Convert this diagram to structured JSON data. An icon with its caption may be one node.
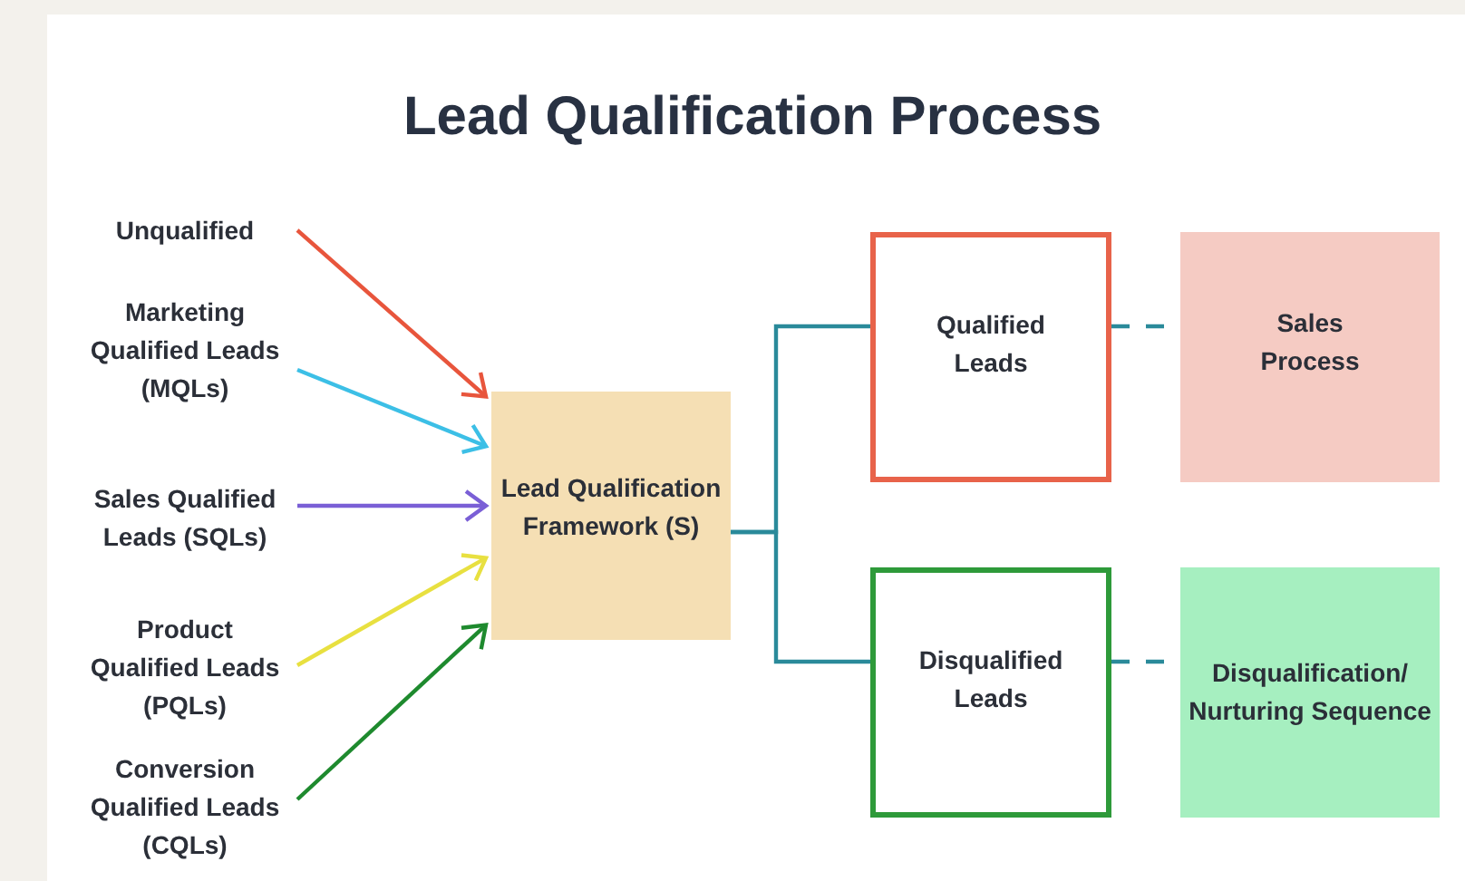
{
  "diagram": {
    "title": "Lead Qualification Process",
    "nodes": [
      {
        "text": [
          "Unqualified"
        ]
      },
      {
        "text": [
          "Marketing Qualified Leads (MQLs)"
        ]
      },
      {
        "text": [
          "Sales Qualified Leads (SQLs)"
        ]
      },
      {
        "text": [
          "Product Qualified Leads (PQLs)"
        ]
      },
      {
        "text": [
          "Conversion Qualified Leads (CQLs)"
        ]
      },
      {
        "text": [
          "Lead Qualification Framework (S)"
        ]
      },
      {
        "text": [
          "Qualified Leads"
        ]
      },
      {
        "text": [
          "Disqualified Leads"
        ]
      },
      {
        "text": [
          "Sales Process"
        ]
      },
      {
        "text": [
          "Disqualification/ Nurturing Sequence"
        ]
      }
    ],
    "edges": [
      {
        "from": 0,
        "to": 5,
        "arrow": "to",
        "color": "#e8553c"
      },
      {
        "from": 1,
        "to": 5,
        "arrow": "to",
        "color": "#3cbfe6"
      },
      {
        "from": 2,
        "to": 5,
        "arrow": "to",
        "color": "#7a5fd6"
      },
      {
        "from": 3,
        "to": 5,
        "arrow": "to",
        "color": "#e8e040"
      },
      {
        "from": 4,
        "to": 5,
        "arrow": "to",
        "color": "#1e8a2e"
      },
      {
        "from": 5,
        "to": 6,
        "arrow": "none"
      },
      {
        "from": 5,
        "to": 7,
        "arrow": "none"
      },
      {
        "from": 6,
        "to": 8,
        "arrow": "none",
        "style": "dashed"
      },
      {
        "from": 7,
        "to": 9,
        "arrow": "none",
        "style": "dashed"
      }
    ]
  }
}
